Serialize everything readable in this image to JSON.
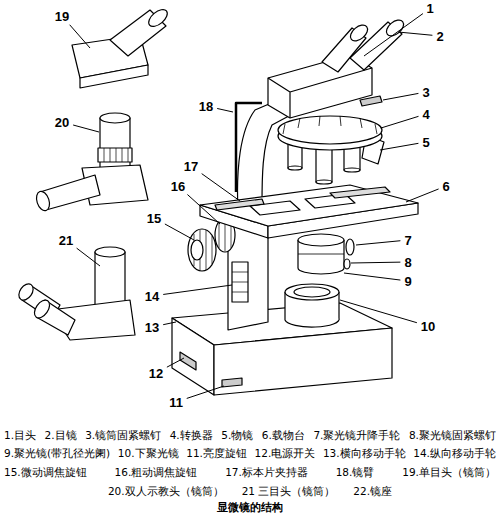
{
  "diagram": {
    "caption": "显微镜的结构",
    "labels": [
      "1",
      "2",
      "3",
      "4",
      "5",
      "6",
      "7",
      "8",
      "9",
      "10",
      "11",
      "12",
      "13",
      "14",
      "15",
      "16",
      "17",
      "18",
      "19",
      "20",
      "21",
      "1.目头",
      "2.目镜",
      "3.镜筒固紧螺钉",
      "4.转换器",
      "5.物镜",
      "6.载物台",
      "7.聚光镜升降手轮",
      "8.聚光镜固紧螺钉",
      "9.聚光镜(带孔径光阑)",
      "10.下聚光镜",
      "11.亮度旋钮",
      "12.电源开关",
      "13.横向移动手轮",
      "14.纵向移动手轮",
      "15.微动调焦旋钮",
      "16.粗动调焦旋钮",
      "17.标本片夹持器",
      "18.镜臂",
      "19.单目头（镜筒）",
      "20.双人示教头（镜筒）",
      "21 三目头（镜筒）",
      "22.镜座"
    ]
  }
}
